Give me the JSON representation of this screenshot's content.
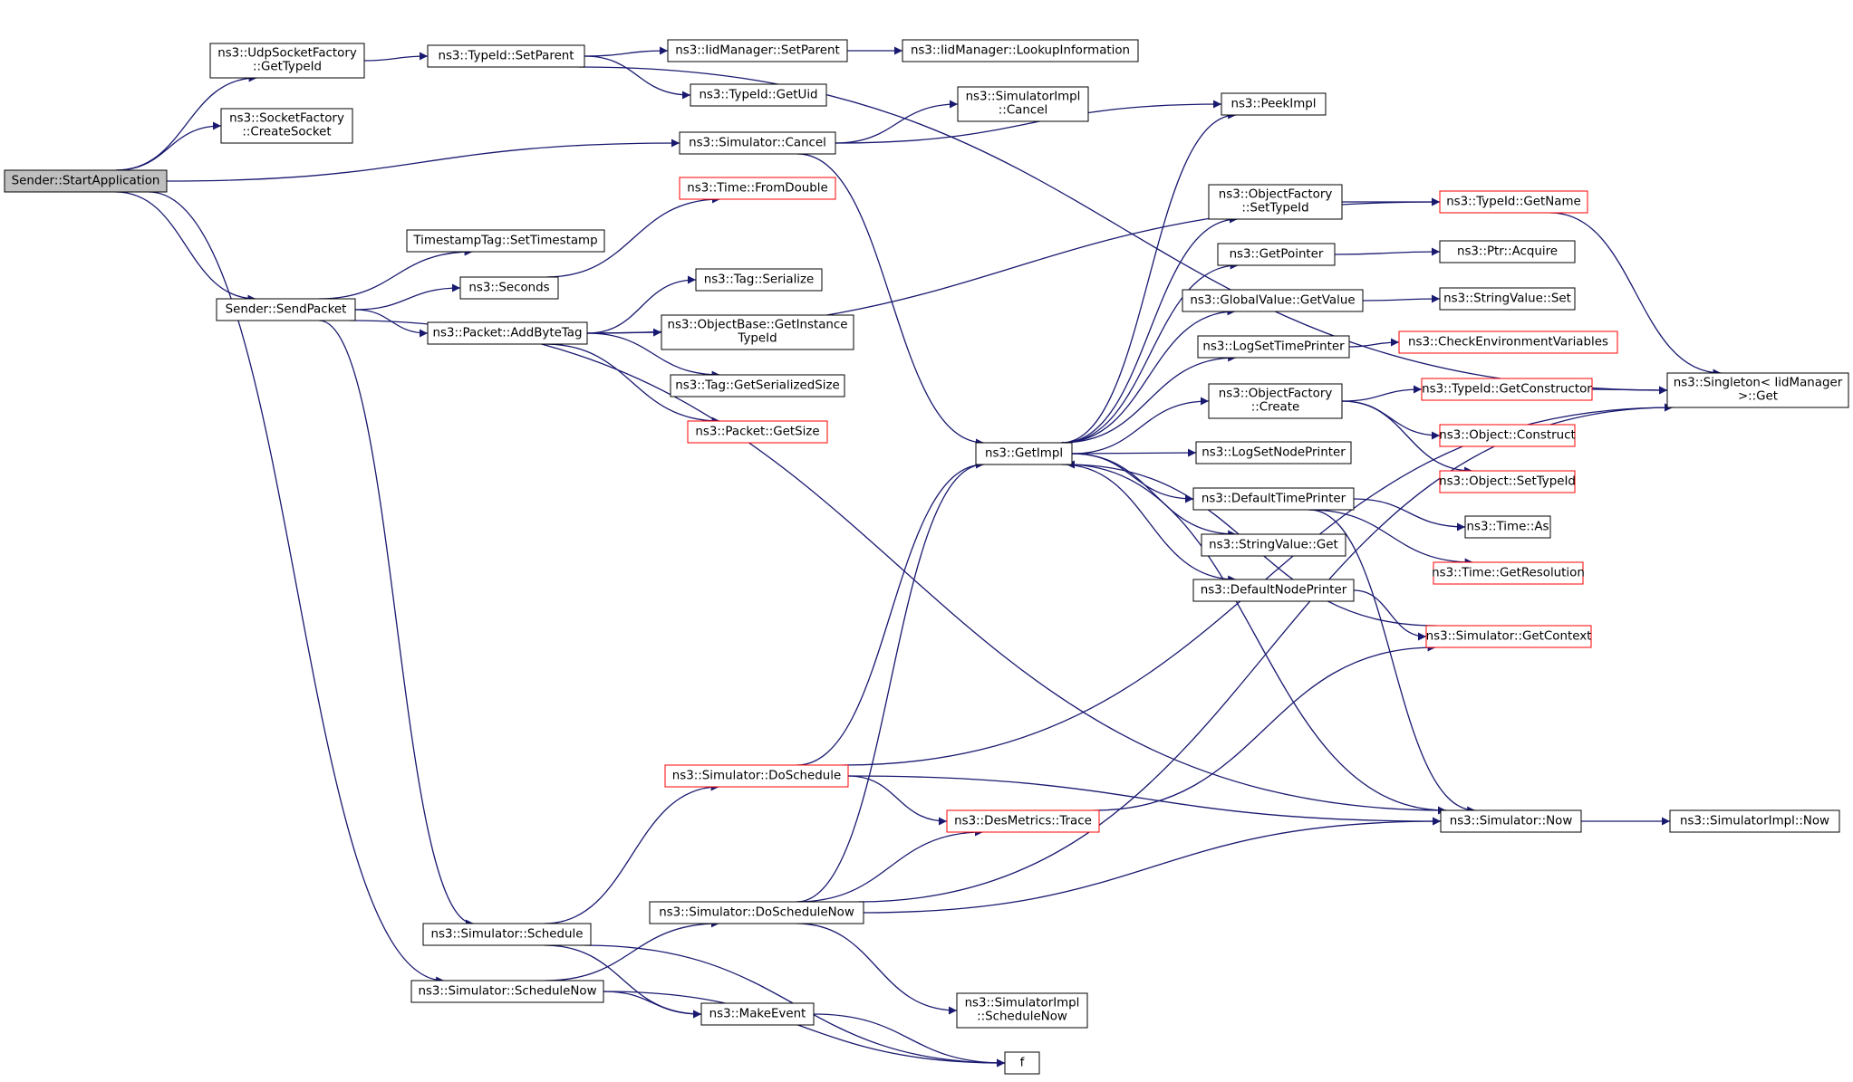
{
  "colors": {
    "edge": "#191970",
    "node_border": "#000000",
    "truncated_border": "#ff0000",
    "root_fill": "#bfbfbf"
  },
  "nodes": [
    {
      "id": "start",
      "lines": [
        "Sender::StartApplication"
      ],
      "root": true
    },
    {
      "id": "udpget",
      "lines": [
        "ns3::UdpSocketFactory",
        "::GetTypeId"
      ]
    },
    {
      "id": "sockcreate",
      "lines": [
        "ns3::SocketFactory",
        "::CreateSocket"
      ]
    },
    {
      "id": "sendpacket",
      "lines": [
        "Sender::SendPacket"
      ]
    },
    {
      "id": "setparent",
      "lines": [
        "ns3::TypeId::SetParent"
      ]
    },
    {
      "id": "iidsetparent",
      "lines": [
        "ns3::IidManager::SetParent"
      ]
    },
    {
      "id": "lookup",
      "lines": [
        "ns3::IidManager::LookupInformation"
      ]
    },
    {
      "id": "getuid",
      "lines": [
        "ns3::TypeId::GetUid"
      ]
    },
    {
      "id": "cancel",
      "lines": [
        "ns3::Simulator::Cancel"
      ]
    },
    {
      "id": "implcancel",
      "lines": [
        "ns3::SimulatorImpl",
        "::Cancel"
      ]
    },
    {
      "id": "peekimpl",
      "lines": [
        "ns3::PeekImpl"
      ]
    },
    {
      "id": "fromdouble",
      "lines": [
        "ns3::Time::FromDouble"
      ],
      "red": true
    },
    {
      "id": "settimestamp",
      "lines": [
        "TimestampTag::SetTimestamp"
      ]
    },
    {
      "id": "seconds",
      "lines": [
        "ns3::Seconds"
      ]
    },
    {
      "id": "addbytetag",
      "lines": [
        "ns3::Packet::AddByteTag"
      ]
    },
    {
      "id": "tagser",
      "lines": [
        "ns3::Tag::Serialize"
      ]
    },
    {
      "id": "getinst",
      "lines": [
        "ns3::ObjectBase::GetInstance",
        "TypeId"
      ]
    },
    {
      "id": "tagsize",
      "lines": [
        "ns3::Tag::GetSerializedSize"
      ]
    },
    {
      "id": "pktsize",
      "lines": [
        "ns3::Packet::GetSize"
      ],
      "red": true
    },
    {
      "id": "getimpl",
      "lines": [
        "ns3::GetImpl"
      ]
    },
    {
      "id": "ofsettype",
      "lines": [
        "ns3::ObjectFactory",
        "::SetTypeId"
      ]
    },
    {
      "id": "getname",
      "lines": [
        "ns3::TypeId::GetName"
      ],
      "red": true
    },
    {
      "id": "getpointer",
      "lines": [
        "ns3::GetPointer"
      ]
    },
    {
      "id": "acquire",
      "lines": [
        "ns3::Ptr::Acquire"
      ]
    },
    {
      "id": "gvget",
      "lines": [
        "ns3::GlobalValue::GetValue"
      ]
    },
    {
      "id": "svset",
      "lines": [
        "ns3::StringValue::Set"
      ]
    },
    {
      "id": "logtime",
      "lines": [
        "ns3::LogSetTimePrinter"
      ]
    },
    {
      "id": "checkenv",
      "lines": [
        "ns3::CheckEnvironmentVariables"
      ],
      "red": true
    },
    {
      "id": "ofcreate",
      "lines": [
        "ns3::ObjectFactory",
        "::Create"
      ]
    },
    {
      "id": "getctor",
      "lines": [
        "ns3::TypeId::GetConstructor"
      ],
      "red": true
    },
    {
      "id": "construct",
      "lines": [
        "ns3::Object::Construct"
      ],
      "red": true
    },
    {
      "id": "objsettype",
      "lines": [
        "ns3::Object::SetTypeId"
      ],
      "red": true
    },
    {
      "id": "singleton",
      "lines": [
        "ns3::Singleton< IidManager",
        " >::Get"
      ]
    },
    {
      "id": "lognode",
      "lines": [
        "ns3::LogSetNodePrinter"
      ]
    },
    {
      "id": "deftime",
      "lines": [
        "ns3::DefaultTimePrinter"
      ]
    },
    {
      "id": "timeas",
      "lines": [
        "ns3::Time::As"
      ]
    },
    {
      "id": "getres",
      "lines": [
        "ns3::Time::GetResolution"
      ],
      "red": true
    },
    {
      "id": "svget",
      "lines": [
        "ns3::StringValue::Get"
      ]
    },
    {
      "id": "defnode",
      "lines": [
        "ns3::DefaultNodePrinter"
      ]
    },
    {
      "id": "getctx",
      "lines": [
        "ns3::Simulator::GetContext"
      ],
      "red": true
    },
    {
      "id": "dosched",
      "lines": [
        "ns3::Simulator::DoSchedule"
      ],
      "red": true
    },
    {
      "id": "trace",
      "lines": [
        "ns3::DesMetrics::Trace"
      ],
      "red": true
    },
    {
      "id": "simnow",
      "lines": [
        "ns3::Simulator::Now"
      ]
    },
    {
      "id": "implnow",
      "lines": [
        "ns3::SimulatorImpl::Now"
      ]
    },
    {
      "id": "doschednow",
      "lines": [
        "ns3::Simulator::DoScheduleNow"
      ]
    },
    {
      "id": "schedule",
      "lines": [
        "ns3::Simulator::Schedule"
      ]
    },
    {
      "id": "schednow",
      "lines": [
        "ns3::Simulator::ScheduleNow"
      ]
    },
    {
      "id": "makeevent",
      "lines": [
        "ns3::MakeEvent"
      ]
    },
    {
      "id": "implschednow",
      "lines": [
        "ns3::SimulatorImpl",
        "::ScheduleNow"
      ]
    },
    {
      "id": "f",
      "lines": [
        "f"
      ]
    }
  ],
  "edges": [
    [
      "start",
      "udpget"
    ],
    [
      "start",
      "sockcreate"
    ],
    [
      "start",
      "cancel"
    ],
    [
      "start",
      "sendpacket"
    ],
    [
      "start",
      "schednow"
    ],
    [
      "udpget",
      "setparent"
    ],
    [
      "setparent",
      "iidsetparent"
    ],
    [
      "setparent",
      "getuid"
    ],
    [
      "setparent",
      "singleton"
    ],
    [
      "iidsetparent",
      "lookup"
    ],
    [
      "cancel",
      "implcancel"
    ],
    [
      "cancel",
      "peekimpl"
    ],
    [
      "cancel",
      "getimpl"
    ],
    [
      "sendpacket",
      "settimestamp"
    ],
    [
      "sendpacket",
      "seconds"
    ],
    [
      "sendpacket",
      "addbytetag"
    ],
    [
      "sendpacket",
      "simnow"
    ],
    [
      "sendpacket",
      "schedule"
    ],
    [
      "seconds",
      "fromdouble"
    ],
    [
      "addbytetag",
      "tagser"
    ],
    [
      "addbytetag",
      "getinst"
    ],
    [
      "addbytetag",
      "tagsize"
    ],
    [
      "addbytetag",
      "pktsize"
    ],
    [
      "addbytetag",
      "getname"
    ],
    [
      "getimpl",
      "peekimpl"
    ],
    [
      "getimpl",
      "ofsettype"
    ],
    [
      "getimpl",
      "getpointer"
    ],
    [
      "getimpl",
      "gvget"
    ],
    [
      "getimpl",
      "logtime"
    ],
    [
      "getimpl",
      "ofcreate"
    ],
    [
      "getimpl",
      "lognode"
    ],
    [
      "getimpl",
      "deftime"
    ],
    [
      "getimpl",
      "svget"
    ],
    [
      "getimpl",
      "defnode"
    ],
    [
      "ofsettype",
      "getname"
    ],
    [
      "getname",
      "singleton"
    ],
    [
      "getpointer",
      "acquire"
    ],
    [
      "gvget",
      "svset"
    ],
    [
      "logtime",
      "checkenv"
    ],
    [
      "ofcreate",
      "getctor"
    ],
    [
      "ofcreate",
      "construct"
    ],
    [
      "ofcreate",
      "objsettype"
    ],
    [
      "getctor",
      "singleton"
    ],
    [
      "deftime",
      "timeas"
    ],
    [
      "deftime",
      "getres"
    ],
    [
      "deftime",
      "simnow"
    ],
    [
      "defnode",
      "getctx"
    ],
    [
      "getctx",
      "getimpl"
    ],
    [
      "dosched",
      "getimpl"
    ],
    [
      "dosched",
      "singleton"
    ],
    [
      "dosched",
      "simnow"
    ],
    [
      "dosched",
      "trace"
    ],
    [
      "trace",
      "getctx"
    ],
    [
      "simnow",
      "getimpl"
    ],
    [
      "simnow",
      "implnow"
    ],
    [
      "doschednow",
      "getimpl"
    ],
    [
      "doschednow",
      "trace"
    ],
    [
      "doschednow",
      "simnow"
    ],
    [
      "doschednow",
      "singleton"
    ],
    [
      "doschednow",
      "implschednow"
    ],
    [
      "schedule",
      "dosched"
    ],
    [
      "schedule",
      "makeevent"
    ],
    [
      "schedule",
      "f"
    ],
    [
      "schednow",
      "doschednow"
    ],
    [
      "schednow",
      "makeevent"
    ],
    [
      "schednow",
      "f"
    ],
    [
      "makeevent",
      "f"
    ]
  ]
}
